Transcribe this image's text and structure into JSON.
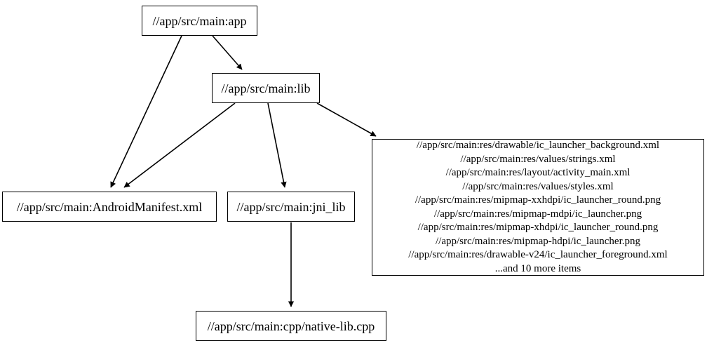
{
  "graph": {
    "type": "dependency-graph",
    "title": "",
    "background_color": "#ffffff",
    "node_fill_color": "#ffffff",
    "node_border_color": "#000000",
    "edge_color": "#000000",
    "text_color": "#000000",
    "nodes": [
      {
        "id": "app",
        "label": "//app/src/main:app"
      },
      {
        "id": "lib",
        "label": "//app/src/main:lib"
      },
      {
        "id": "manifest",
        "label": "//app/src/main:AndroidManifest.xml"
      },
      {
        "id": "jni_lib",
        "label": "//app/src/main:jni_lib"
      },
      {
        "id": "native_lib",
        "label": "//app/src/main:cpp/native-lib.cpp"
      },
      {
        "id": "resources",
        "label": "//app/src/main:res/drawable/ic_launcher_background.xml\n//app/src/main:res/values/strings.xml\n//app/src/main:res/layout/activity_main.xml\n//app/src/main:res/values/styles.xml\n//app/src/main:res/mipmap-xxhdpi/ic_launcher_round.png\n//app/src/main:res/mipmap-mdpi/ic_launcher.png\n//app/src/main:res/mipmap-xhdpi/ic_launcher_round.png\n//app/src/main:res/mipmap-hdpi/ic_launcher.png\n//app/src/main:res/drawable-v24/ic_launcher_foreground.xml\n...and 10 more items",
        "lines": [
          "//app/src/main:res/drawable/ic_launcher_background.xml",
          "//app/src/main:res/values/strings.xml",
          "//app/src/main:res/layout/activity_main.xml",
          "//app/src/main:res/values/styles.xml",
          "//app/src/main:res/mipmap-xxhdpi/ic_launcher_round.png",
          "//app/src/main:res/mipmap-mdpi/ic_launcher.png",
          "//app/src/main:res/mipmap-xhdpi/ic_launcher_round.png",
          "//app/src/main:res/mipmap-hdpi/ic_launcher.png",
          "//app/src/main:res/drawable-v24/ic_launcher_foreground.xml",
          "...and 10 more items"
        ],
        "overflow_note": "...and 10 more items"
      }
    ],
    "edges": [
      {
        "from": "app",
        "to": "lib"
      },
      {
        "from": "app",
        "to": "manifest"
      },
      {
        "from": "lib",
        "to": "manifest"
      },
      {
        "from": "lib",
        "to": "jni_lib"
      },
      {
        "from": "lib",
        "to": "resources"
      },
      {
        "from": "jni_lib",
        "to": "native_lib"
      }
    ]
  }
}
